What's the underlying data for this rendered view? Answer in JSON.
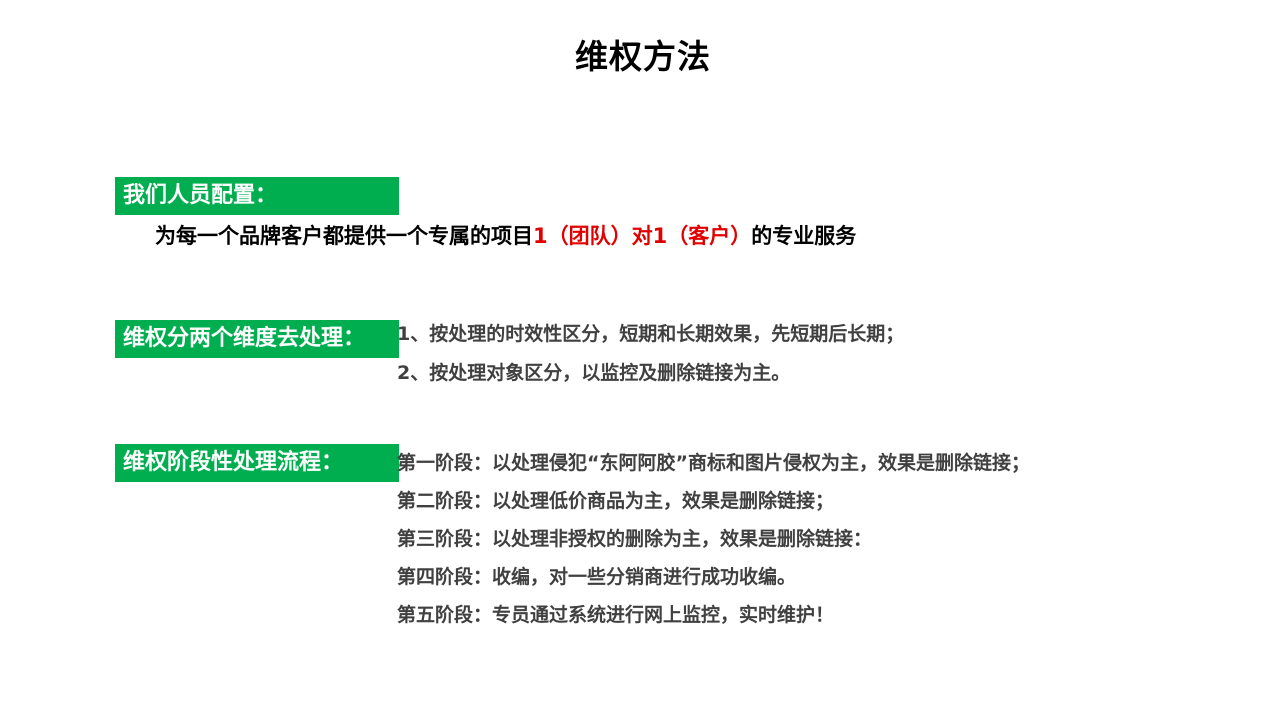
{
  "title": "维权方法",
  "sections": {
    "staff": {
      "label": "我们人员配置：",
      "line_prefix": "为每一个品牌客户都提供一个专属的项目",
      "line_highlight": "1（团队）对1（客户）",
      "line_suffix": "的专业服务",
      "highlight_color": "#e00000"
    },
    "dims": {
      "label": "维权分两个维度去处理：",
      "items": [
        "1、按处理的时效性区分，短期和长期效果，先短期后长期；",
        "2、按处理对象区分，以监控及删除链接为主。"
      ]
    },
    "flow": {
      "label": "维权阶段性处理流程：",
      "items": [
        "第一阶段：以处理侵犯“东阿阿胶”商标和图片侵权为主，效果是删除链接；",
        "第二阶段：以处理低价商品为主，效果是删除链接；",
        "第三阶段：以处理非授权的删除为主，效果是删除链接：",
        "第四阶段：收编，对一些分销商进行成功收编。",
        "第五阶段：专员通过系统进行网上监控，实时维护！"
      ]
    }
  },
  "colors": {
    "label_bg": "#00ae50",
    "label_text": "#ffffff",
    "body_text": "#404040"
  }
}
